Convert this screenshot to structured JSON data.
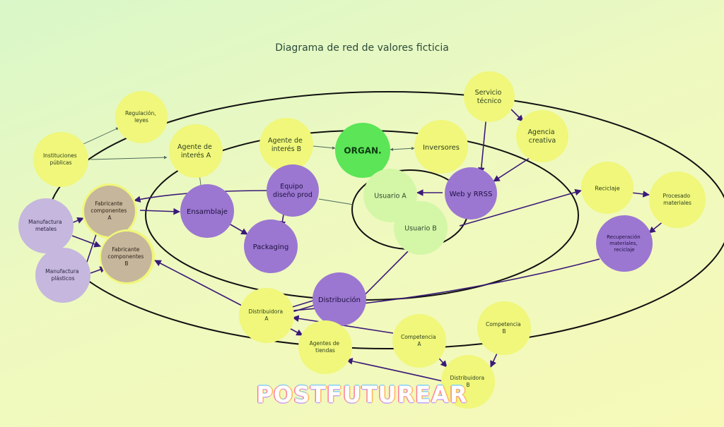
{
  "title": "Diagrama de red de valores ficticia",
  "brand": "POSTFUTUREAR",
  "colors": {
    "yellow": "#f0f77a",
    "purple": "#9b77d1",
    "lilac": "#c5b7de",
    "lightgreen": "#d4f7a7",
    "green": "#5be557",
    "tan": "#c6b69c",
    "edge": "#3a1a78"
  },
  "nodes": [
    {
      "id": "organ",
      "label": "ORGAN."
    },
    {
      "id": "inversores",
      "label": "Inversores"
    },
    {
      "id": "agenteB",
      "label": "Agente de interés B"
    },
    {
      "id": "agenteA",
      "label": "Agente de interés A"
    },
    {
      "id": "regulacion",
      "label": "Regulación, leyes"
    },
    {
      "id": "instituciones",
      "label": "Instituciones públicas"
    },
    {
      "id": "servicio",
      "label": "Servicio técnico"
    },
    {
      "id": "agencia",
      "label": "Agencia creativa"
    },
    {
      "id": "web",
      "label": "Web y RRSS"
    },
    {
      "id": "usuarioA",
      "label": "Usuario A"
    },
    {
      "id": "usuarioB",
      "label": "Usuario B"
    },
    {
      "id": "equipo",
      "label": "Equipo diseño prod"
    },
    {
      "id": "ensamblaje",
      "label": "Ensamblaje"
    },
    {
      "id": "packaging",
      "label": "Packaging"
    },
    {
      "id": "fabA",
      "label": "Fabricante componentes A"
    },
    {
      "id": "fabB",
      "label": "Fabricante componentes B"
    },
    {
      "id": "manMetales",
      "label": "Manufactura metales"
    },
    {
      "id": "manPlasticos",
      "label": "Manufactura plásticos"
    },
    {
      "id": "reciclaje",
      "label": "Reciclaje"
    },
    {
      "id": "procesado",
      "label": "Procesado materiales"
    },
    {
      "id": "recuperacion",
      "label": "Recuperación materiales, reciclaje"
    },
    {
      "id": "distribucion",
      "label": "Distribución"
    },
    {
      "id": "distA",
      "label": "Distribuidora A"
    },
    {
      "id": "agentesTiendas",
      "label": "Agentes de tiendas"
    },
    {
      "id": "compA",
      "label": "Competencia A"
    },
    {
      "id": "compB",
      "label": "Competencia B"
    },
    {
      "id": "distB",
      "label": "Distribuidora B"
    }
  ]
}
